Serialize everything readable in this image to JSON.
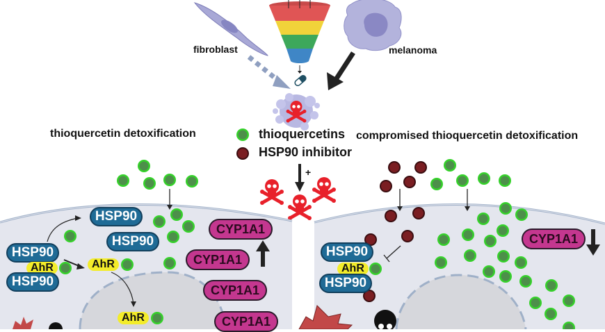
{
  "labels": {
    "fibroblast": "fibroblast",
    "melanoma": "melanoma",
    "left_title": "thioquercetin detoxification",
    "right_title": "compromised thioquercetin detoxification",
    "legend_thioquercetins": "thioquercetins",
    "legend_hsp90_inhibitor": "HSP90 inhibitor",
    "plus_sign": "+"
  },
  "proteins": {
    "hsp90": "HSP90",
    "ahr": "AhR",
    "cyp1a1": "CYP1A1"
  },
  "colors": {
    "thioquercetin_green": "#35d12a",
    "inhibitor_maroon": "#7a1e22",
    "hsp90_blue": "#1f6b96",
    "cyp1a1_magenta": "#c4378f",
    "ahr_yellow": "#f3ec2a",
    "skull_red": "#e8202a",
    "cell_fill": "#e4e6ee",
    "nucleus_fill": "#d6d7dc"
  },
  "funnel_layers": [
    "#e05555",
    "#f1d33a",
    "#3da85a",
    "#3f86c6"
  ]
}
